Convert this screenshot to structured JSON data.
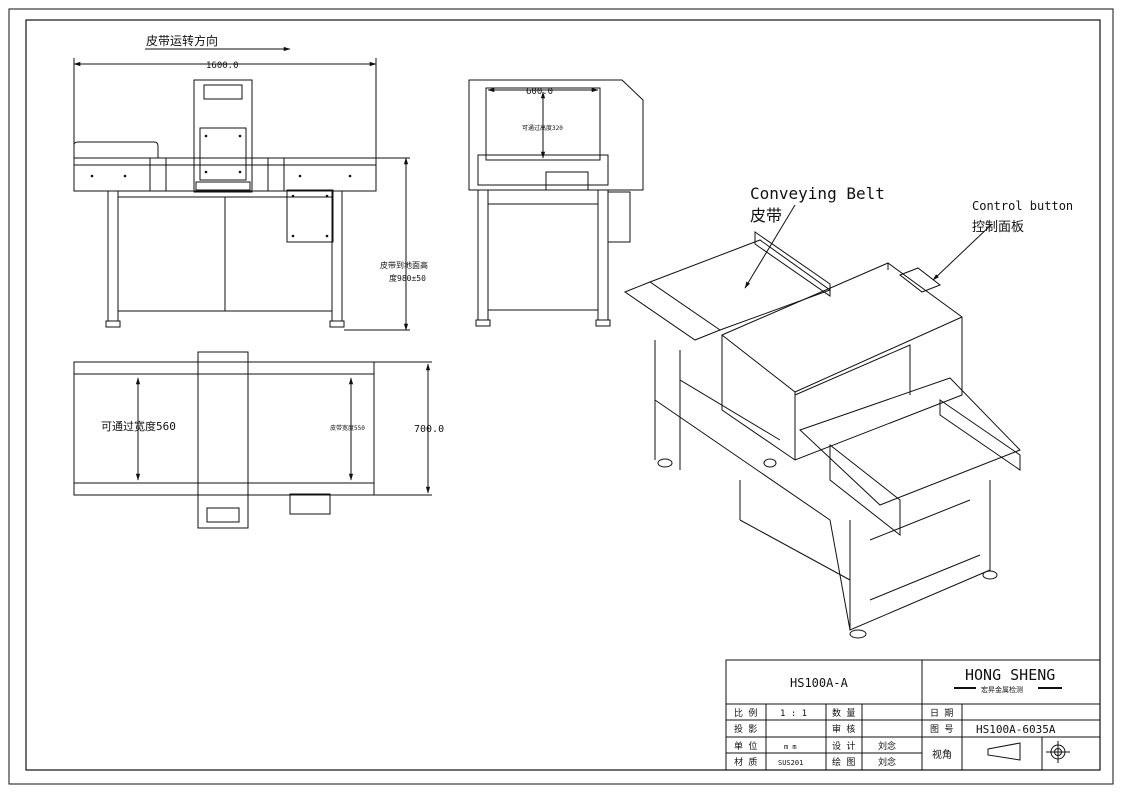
{
  "front_view": {
    "direction_label": "皮带运转方向",
    "length_dim": "1600.0",
    "height_label_1": "皮带到地面高",
    "height_label_2": "度980±50"
  },
  "side_view": {
    "aperture_width_dim": "600.0",
    "passable_height": "可通过高度320"
  },
  "top_view": {
    "passable_width": "可通过宽度560",
    "belt_width": "皮带宽度550",
    "overall_width_dim": "700.0"
  },
  "iso_view": {
    "belt_label_en": "Conveying Belt",
    "belt_label_cn": "皮带",
    "control_label_en": "Control button",
    "control_label_cn": "控制面板"
  },
  "title_block": {
    "model": "HS100A-A",
    "company_en": "HONG SHENG",
    "company_cn": "宏昇金属检测",
    "rows": [
      {
        "label": "比 例",
        "value": "1 : 1",
        "label2": "数 量",
        "value2": "",
        "label3": "日 期",
        "value3": ""
      },
      {
        "label": "投 影",
        "value": "",
        "label2": "审 核",
        "value2": "",
        "label3": "图 号",
        "value3": "HS100A-6035A"
      },
      {
        "label": "单 位",
        "value": "m m",
        "label2": "设 计",
        "value2": "刘念",
        "label3": "视角",
        "value3": ""
      },
      {
        "label": "材 质",
        "value": "SUS201",
        "label2": "绘 图",
        "value2": "刘念",
        "label3": "",
        "value3": ""
      }
    ]
  }
}
